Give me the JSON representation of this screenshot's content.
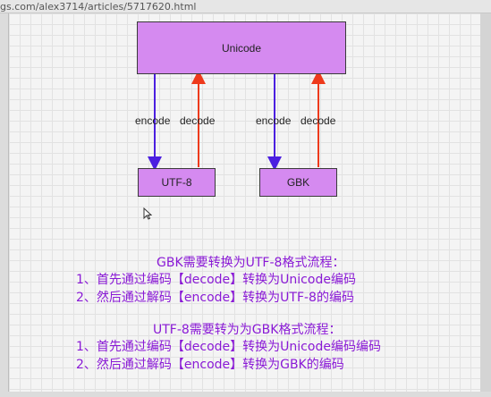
{
  "browser": {
    "url": "gs.com/alex3714/articles/5717620.html"
  },
  "diagram": {
    "unicode_box": "Unicode",
    "utf8_box": "UTF-8",
    "gbk_box": "GBK",
    "encode_label": "encode",
    "decode_label": "decode",
    "encode_color": "#4b1fe0",
    "decode_color": "#ee3a1c",
    "box_color": "#d58af0"
  },
  "notes": {
    "gbk_title": "GBK需要转换为UTF-8格式流程：",
    "gbk_step1": "1、首先通过编码【decode】转换为Unicode编码",
    "gbk_step2": "2、然后通过解码【encode】转换为UTF-8的编码",
    "utf8_title": "UTF-8需要转为为GBK格式流程：",
    "utf8_step1": "1、首先通过编码【decode】转换为Unicode编码编码",
    "utf8_step2": "2、然后通过解码【encode】转换为GBK的编码"
  }
}
